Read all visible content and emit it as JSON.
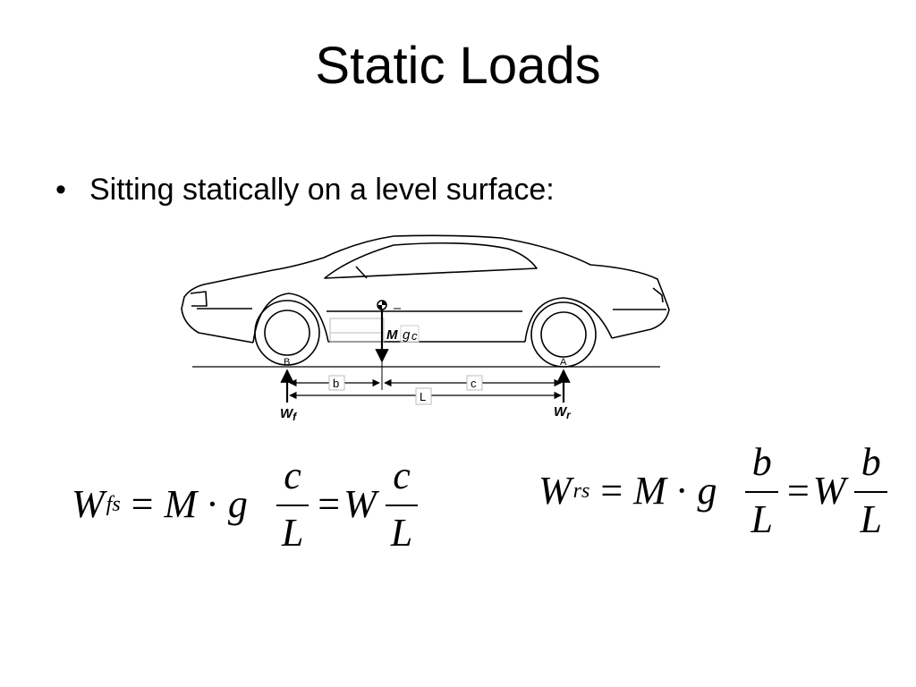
{
  "slide": {
    "title": "Static Loads",
    "bullet_marker": "•",
    "bullet_text": "Sitting statically on a level surface:"
  },
  "diagram": {
    "cg_label_m": "M",
    "cg_label_g": "g",
    "cg_label_c": "c",
    "point_front": "B",
    "point_rear": "A",
    "dim_b": "b",
    "dim_c": "c",
    "dim_L": "L",
    "front_weight_w": "W",
    "front_weight_sub": "f",
    "rear_weight_w": "W",
    "rear_weight_sub": "r"
  },
  "equations": {
    "front": {
      "lhs": "W",
      "lhs_sub": "fs",
      "eq1": "=",
      "m": "M",
      "dot": "·",
      "g": "g",
      "frac1_num": "c",
      "frac1_den": "L",
      "eq2": "=",
      "w": "W",
      "frac2_num": "c",
      "frac2_den": "L"
    },
    "rear": {
      "lhs": "W",
      "lhs_sub": "rs",
      "eq1": "=",
      "m": "M",
      "dot": "·",
      "g": "g",
      "frac1_num": "b",
      "frac1_den": "L",
      "eq2": "=",
      "w": "W",
      "frac2_num": "b",
      "frac2_den": "L"
    }
  }
}
